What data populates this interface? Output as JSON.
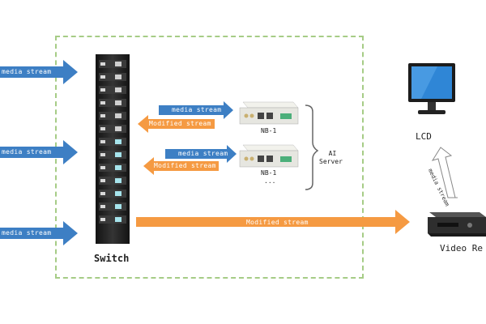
{
  "diagram": {
    "inputs": [
      {
        "label": "media stream"
      },
      {
        "label": "media stream"
      },
      {
        "label": "media stream"
      }
    ],
    "switch_label": "Switch",
    "nodes": [
      {
        "name": "NB-1",
        "in_label": "media stream",
        "out_label": "Modified  stream"
      },
      {
        "name": "NB-1",
        "in_label": "media stream",
        "out_label": "Modified  stream"
      }
    ],
    "ellipsis": "...",
    "ai_server_label": [
      "AI",
      "Server"
    ],
    "output_label": "Modified  stream",
    "lcd_label": "LCD",
    "recorder_label": "Video Re",
    "recorder_to_lcd_label": "media stream",
    "colors": {
      "input_arrow": "#3d7fc4",
      "output_arrow": "#f59a42",
      "frame": "#a6cc86"
    }
  }
}
